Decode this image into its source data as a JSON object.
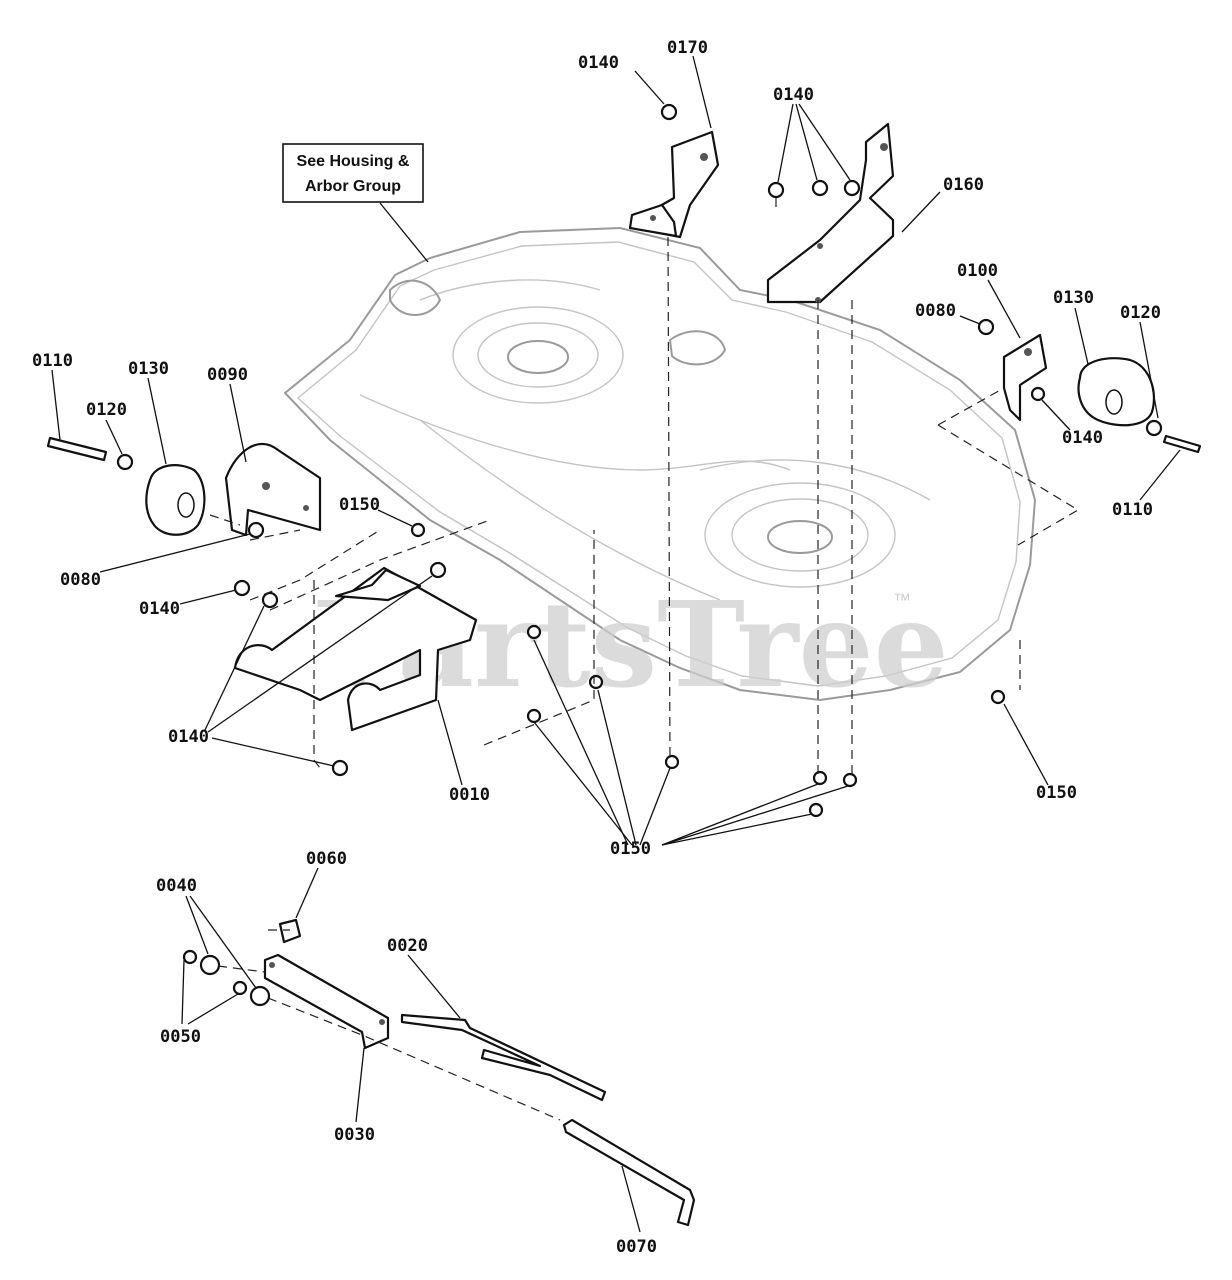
{
  "diagram": {
    "note": {
      "line1": "See Housing &",
      "line2": "Arbor Group"
    },
    "watermark": "PartsTree",
    "trademark": "™",
    "callouts": [
      {
        "id": "c-0140-top",
        "text": "0140"
      },
      {
        "id": "c-0170",
        "text": "0170"
      },
      {
        "id": "c-0140-tr",
        "text": "0140"
      },
      {
        "id": "c-0160",
        "text": "0160"
      },
      {
        "id": "c-0100",
        "text": "0100"
      },
      {
        "id": "c-0080-r",
        "text": "0080"
      },
      {
        "id": "c-0130-r",
        "text": "0130"
      },
      {
        "id": "c-0120-r",
        "text": "0120"
      },
      {
        "id": "c-0140-r",
        "text": "0140"
      },
      {
        "id": "c-0110-r",
        "text": "0110"
      },
      {
        "id": "c-0110-l",
        "text": "0110"
      },
      {
        "id": "c-0130-l",
        "text": "0130"
      },
      {
        "id": "c-0120-l",
        "text": "0120"
      },
      {
        "id": "c-0090",
        "text": "0090"
      },
      {
        "id": "c-0080-l",
        "text": "0080"
      },
      {
        "id": "c-0150-a",
        "text": "0150"
      },
      {
        "id": "c-0140-l",
        "text": "0140"
      },
      {
        "id": "c-0140-ll",
        "text": "0140"
      },
      {
        "id": "c-0010",
        "text": "0010"
      },
      {
        "id": "c-0150-r",
        "text": "0150"
      },
      {
        "id": "c-0150-b",
        "text": "0150"
      },
      {
        "id": "c-0060",
        "text": "0060"
      },
      {
        "id": "c-0040",
        "text": "0040"
      },
      {
        "id": "c-0020",
        "text": "0020"
      },
      {
        "id": "c-0050",
        "text": "0050"
      },
      {
        "id": "c-0030",
        "text": "0030"
      },
      {
        "id": "c-0070",
        "text": "0070"
      }
    ]
  }
}
